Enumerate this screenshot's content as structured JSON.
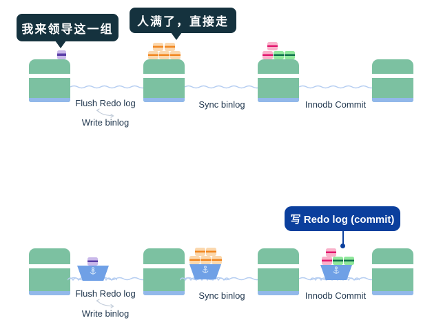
{
  "speech": {
    "leader": "我来领导这一组",
    "full_go": "人满了，直接走",
    "write_redo_commit": "写 Redo log (commit)"
  },
  "labels": {
    "flush_redo": "Flush Redo log",
    "write_binlog": "Write binlog",
    "sync_binlog": "Sync binlog",
    "innodb_commit": "Innodb Commit"
  },
  "icons": {
    "boat": "anchor",
    "label_connector": "curved-double-arrow"
  },
  "colors": {
    "dock_green": "#7cc1a1",
    "dock_base_blue": "#92b8ea",
    "water_blue": "#b5cdf1",
    "boat_blue": "#6fa0e6",
    "anchor_blue": "#cfe2f8",
    "purple_light": "#c9b8ea",
    "purple_dark": "#5b3fa8",
    "orange_light": "#fbd8ae",
    "orange_dark": "#f1861f",
    "pink_light": "#f9b1ca",
    "pink_dark": "#e2186e",
    "green_light": "#90e89c",
    "green_dark": "#0f6f4c",
    "dark_bubble_bg": "#15323e",
    "blue_bubble_bg": "#0b3f9d",
    "bubble_text": "#ffffff",
    "label_text": "#22384f",
    "arrow_gray": "#c4cedb"
  }
}
